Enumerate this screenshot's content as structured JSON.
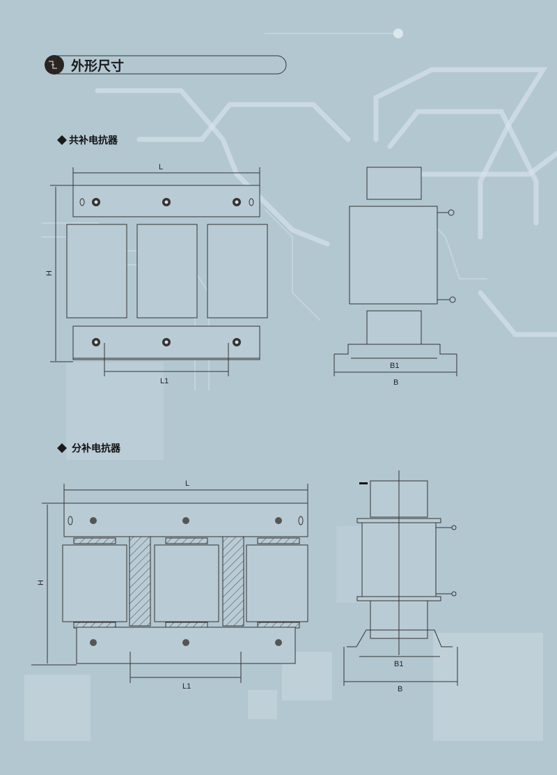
{
  "header": {
    "title": "外形尺寸",
    "icon": "circuit-icon"
  },
  "sections": [
    {
      "title": "共补电抗器",
      "dims": {
        "L": "L",
        "H": "H",
        "L1": "L1",
        "B1": "B1",
        "B": "B"
      }
    },
    {
      "title": "分补电抗器",
      "dims": {
        "L": "L",
        "H": "H",
        "L1": "L1",
        "B1": "B1",
        "B": "B"
      }
    }
  ],
  "colors": {
    "background": "#b3c7d1",
    "line": "#333333"
  }
}
